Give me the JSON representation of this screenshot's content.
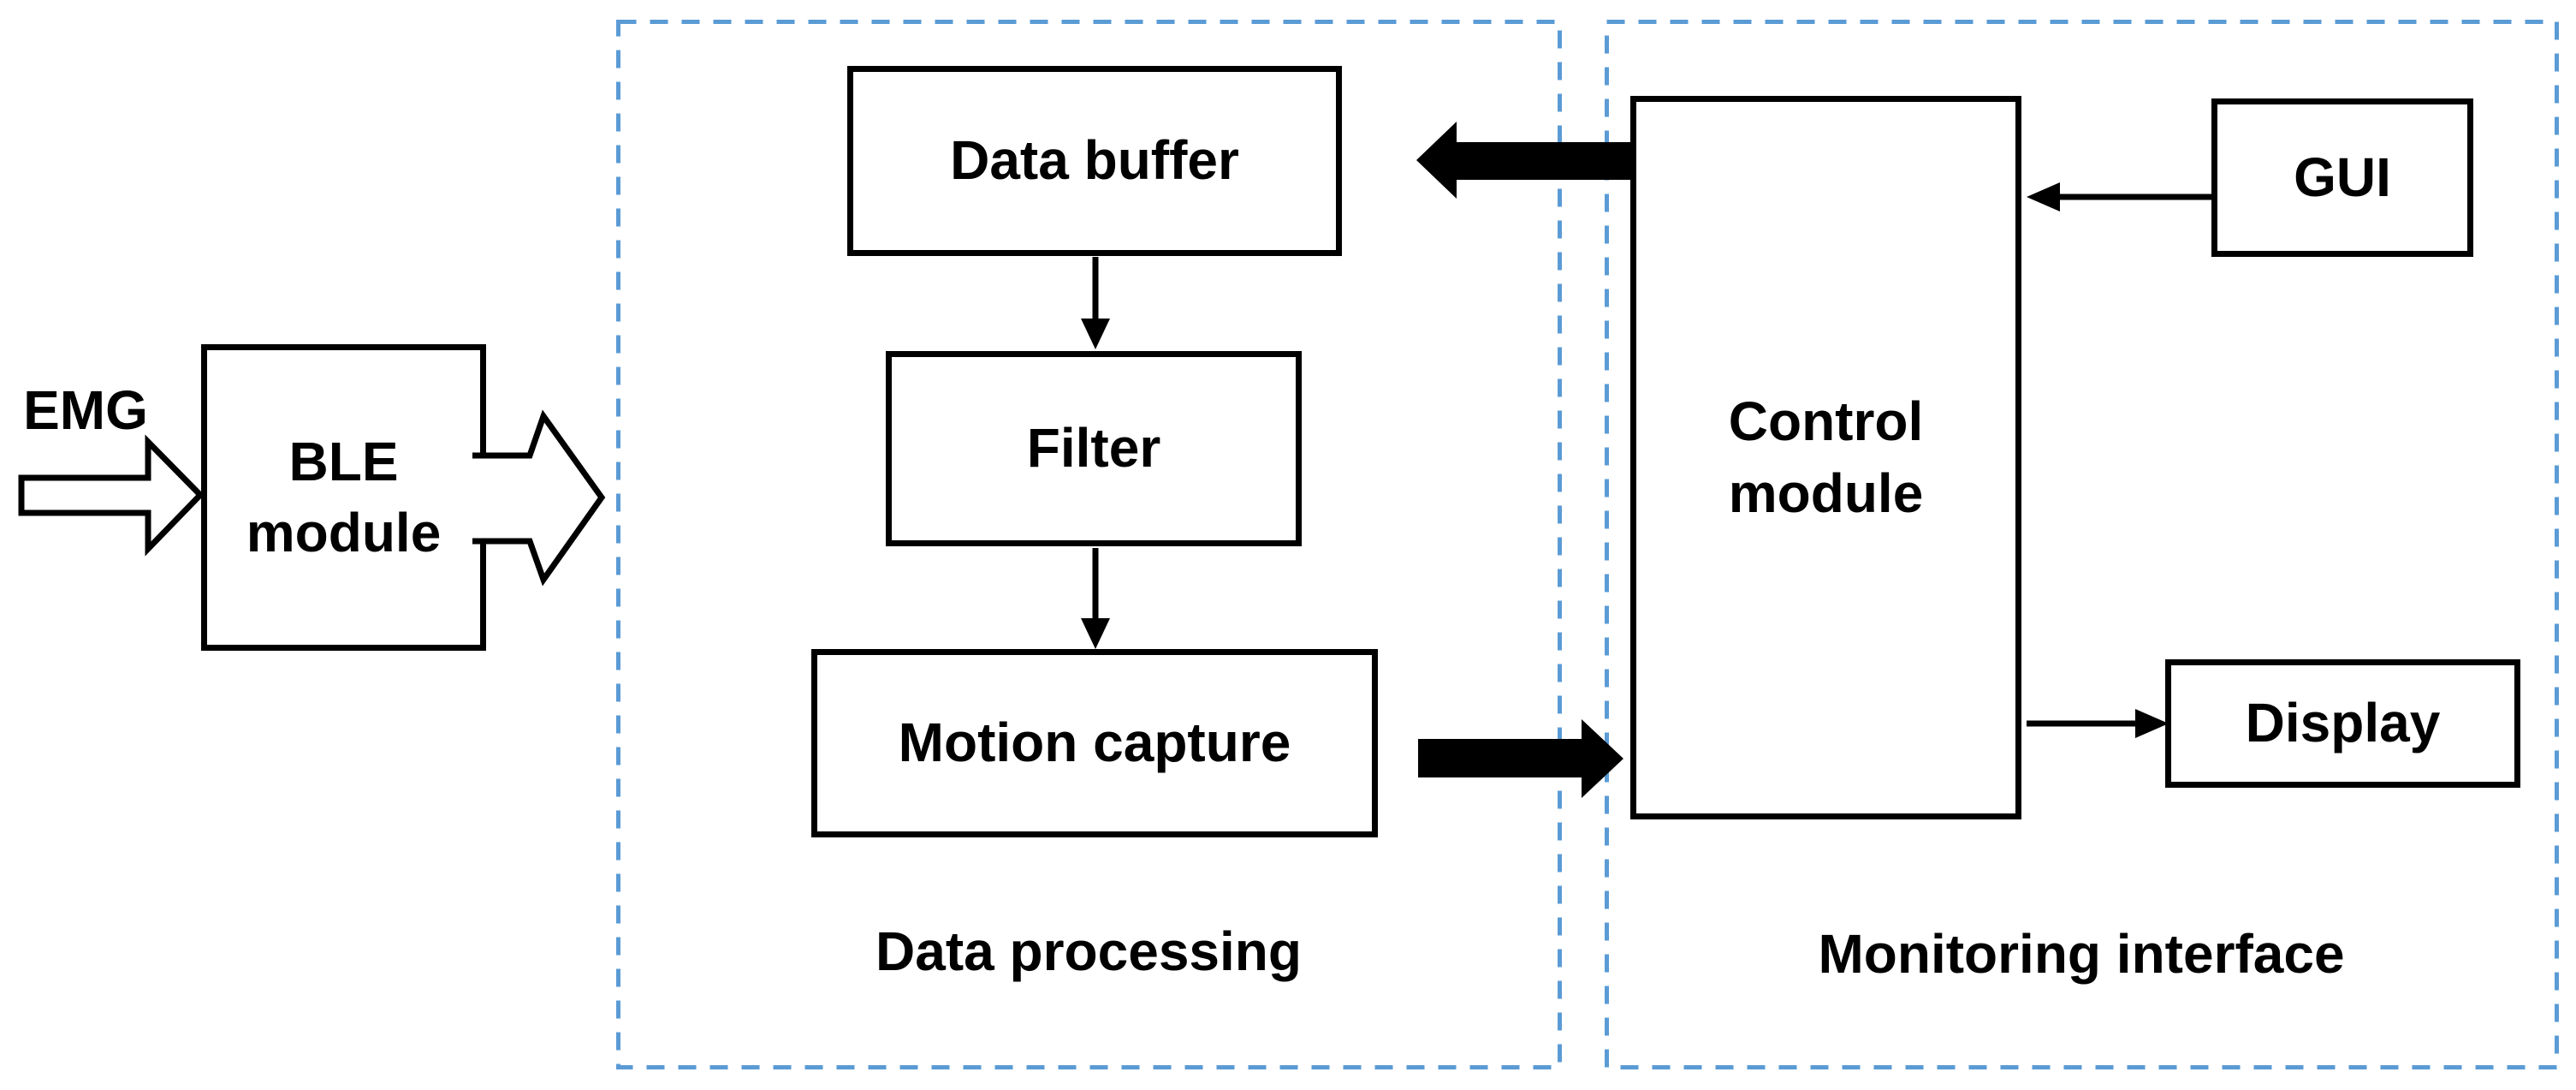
{
  "groups": [
    {
      "id": "data-processing",
      "label": "Data processing"
    },
    {
      "id": "monitoring-interface",
      "label": "Monitoring interface"
    }
  ],
  "nodes": {
    "ble": {
      "label": "BLE\nmodule"
    },
    "data_buffer": {
      "label": "Data buffer"
    },
    "filter": {
      "label": "Filter"
    },
    "motion_capture": {
      "label": "Motion capture"
    },
    "control": {
      "label": "Control\nmodule"
    },
    "gui": {
      "label": "GUI"
    },
    "display": {
      "label": "Display"
    }
  },
  "external_input": {
    "label": "EMG"
  },
  "connections": [
    {
      "from": "EMG",
      "to": "BLE module",
      "style": "hollow-block-arrow"
    },
    {
      "from": "BLE module",
      "to": "Data processing",
      "style": "hollow-notched-arrow"
    },
    {
      "from": "Data buffer",
      "to": "Filter",
      "style": "thin-arrow"
    },
    {
      "from": "Filter",
      "to": "Motion capture",
      "style": "thin-arrow"
    },
    {
      "from": "Control module",
      "to": "Data buffer",
      "style": "thick-filled-arrow"
    },
    {
      "from": "Motion capture",
      "to": "Control module",
      "style": "thick-filled-arrow"
    },
    {
      "from": "GUI",
      "to": "Control module",
      "style": "thin-arrow"
    },
    {
      "from": "Control module",
      "to": "Display",
      "style": "thin-arrow"
    }
  ],
  "colors": {
    "group_border": "#5B9BD5",
    "node_border": "#000000",
    "ink": "#000000",
    "bg": "#FFFFFF"
  }
}
